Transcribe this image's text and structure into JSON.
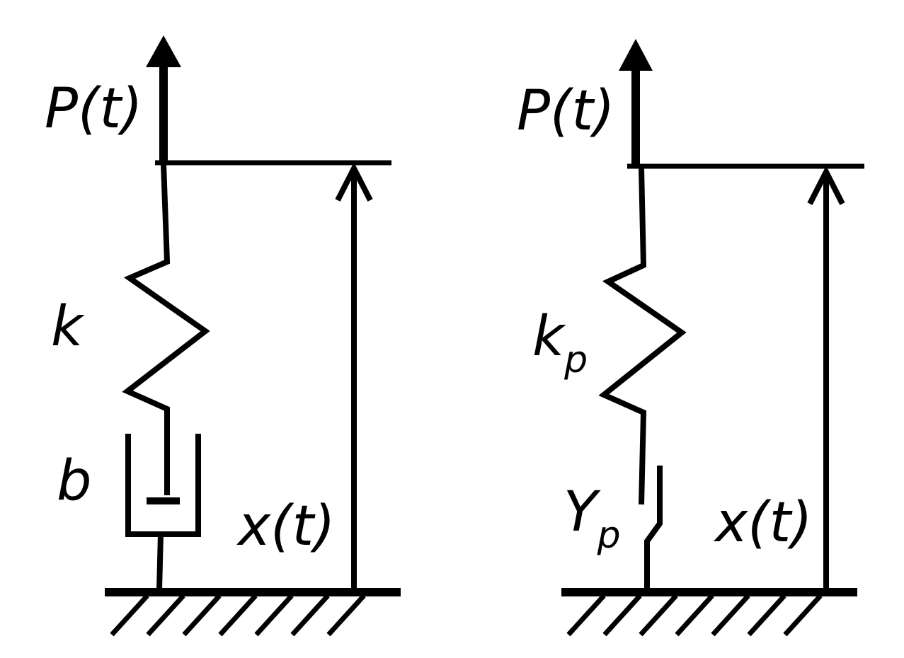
{
  "colors": {
    "ink": "#000000",
    "background": "#ffffff"
  },
  "left_model": {
    "force_label": "P(t)",
    "spring_label": "k",
    "damper_label": "b",
    "displacement_label": "x(t)"
  },
  "right_model": {
    "force_label": "P(t)",
    "spring_label_main": "k",
    "spring_label_sub": "p",
    "slider_label_main": "Y",
    "slider_label_sub": "p",
    "displacement_label": "x(t)"
  }
}
